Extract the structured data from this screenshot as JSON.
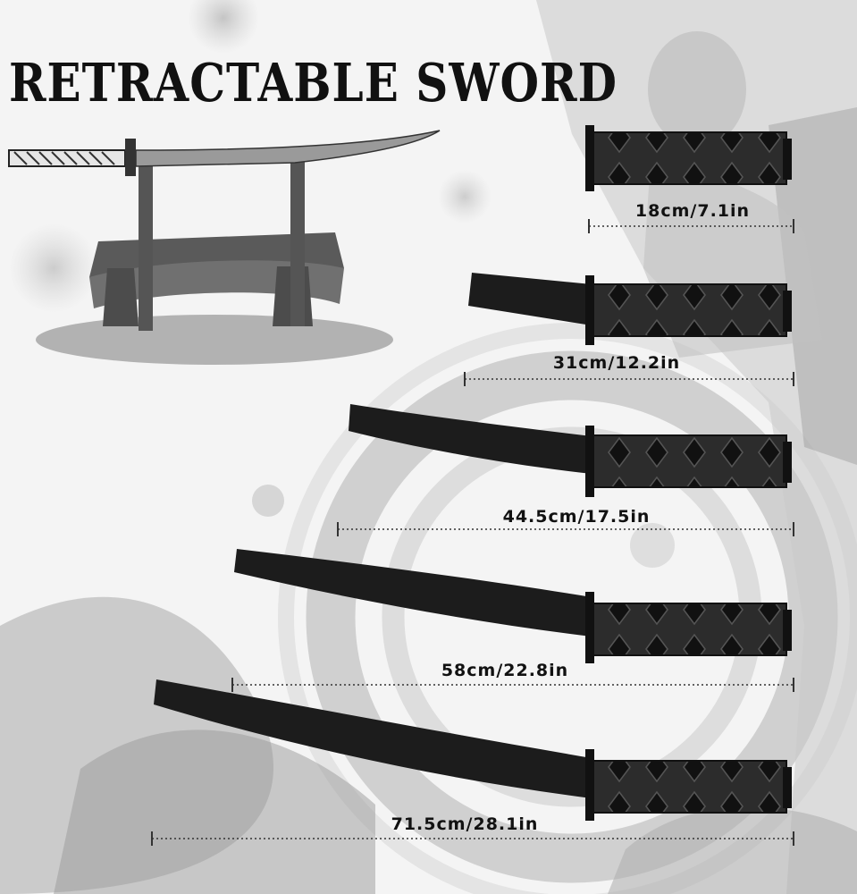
{
  "title": "RETRACTABLE SWORD",
  "colors": {
    "background": "#f4f4f4",
    "ink": "#111111",
    "scabbard": "#1c1c1c",
    "handle_wrap": "#2a2a2a"
  },
  "sizes": [
    {
      "label": "18cm/7.1in"
    },
    {
      "label": "31cm/12.2in"
    },
    {
      "label": "44.5cm/17.5in"
    },
    {
      "label": "58cm/22.8in"
    },
    {
      "label": "71.5cm/28.1in"
    }
  ]
}
